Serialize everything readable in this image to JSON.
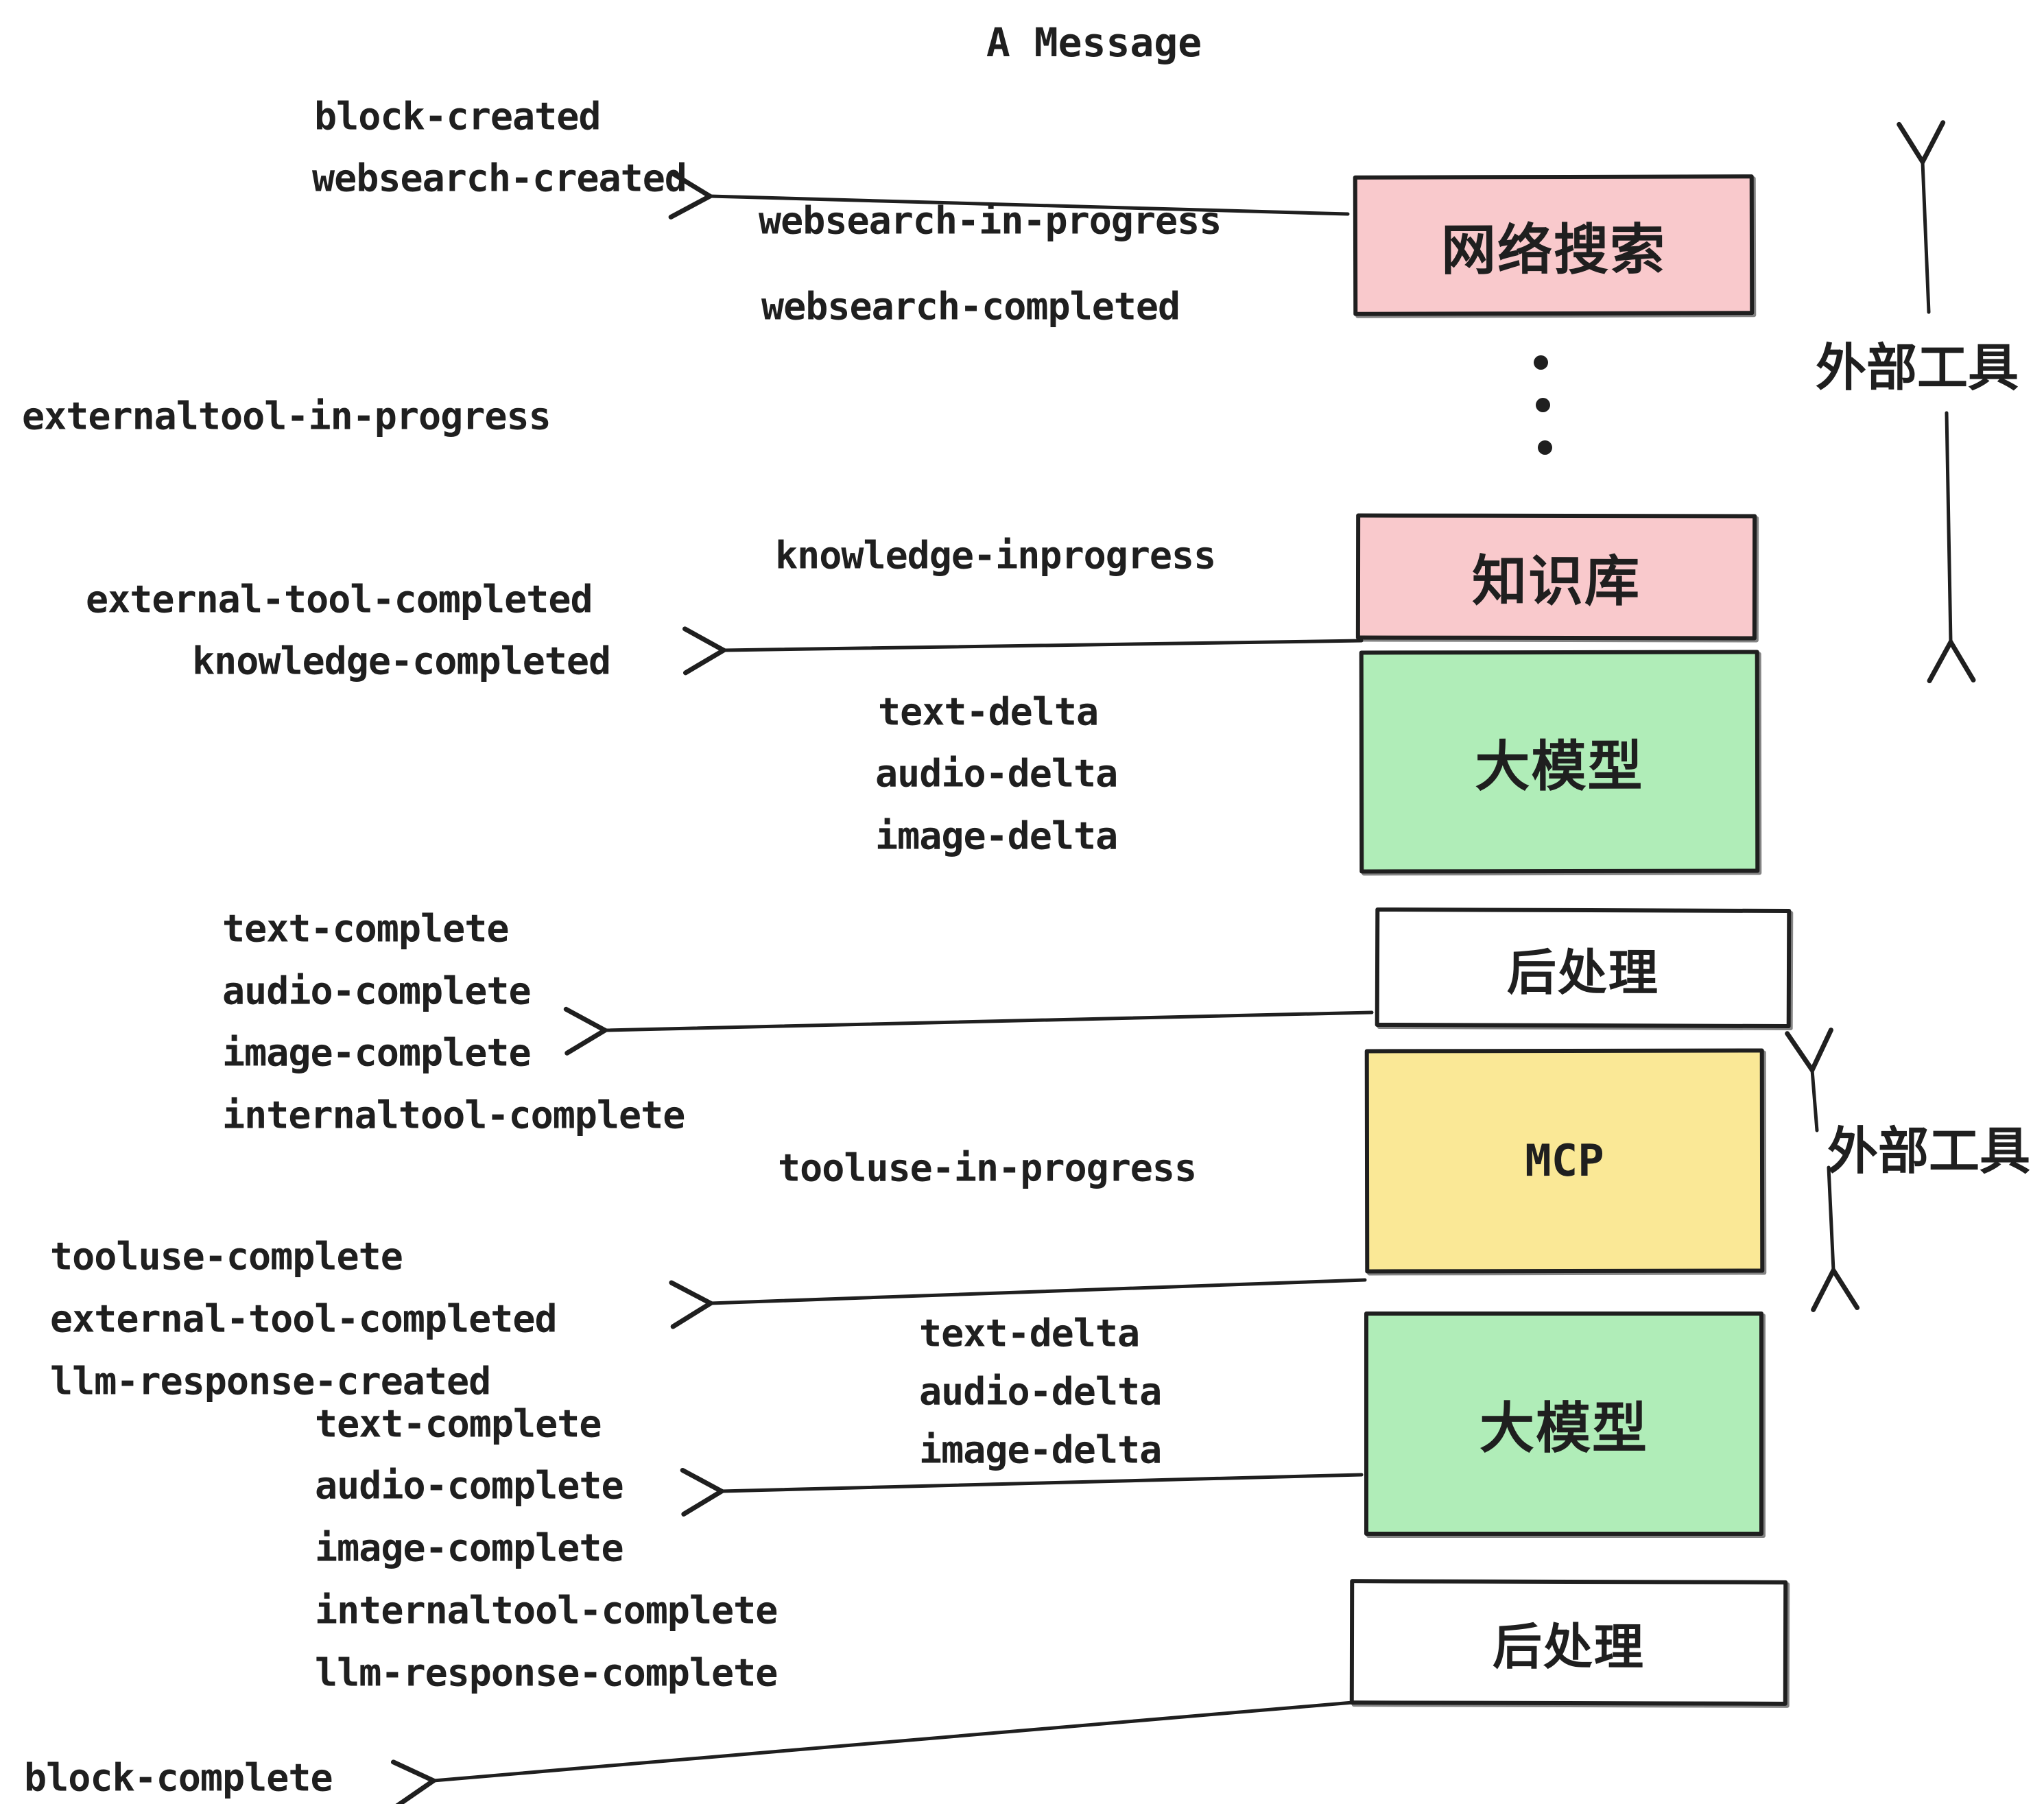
{
  "title": "A Message",
  "events": {
    "block_created": "block-created",
    "websearch_created": "websearch-created",
    "websearch_in_progress": "websearch-in-progress",
    "websearch_completed": "websearch-completed",
    "externaltool_in_progress": "externaltool-in-progress",
    "knowledge_inprogress": "knowledge-inprogress",
    "external_tool_completed": "external-tool-completed",
    "knowledge_completed": "knowledge-completed",
    "text_delta": "text-delta",
    "audio_delta": "audio-delta",
    "image_delta": "image-delta",
    "text_complete": "text-complete",
    "audio_complete": "audio-complete",
    "image_complete": "image-complete",
    "internaltool_complete": "internaltool-complete",
    "tooluse_in_progress": "tooluse-in-progress",
    "tooluse_complete": "tooluse-complete",
    "llm_response_created": "llm-response-created",
    "llm_response_complete": "llm-response-complete",
    "block_complete": "block-complete"
  },
  "boxes": [
    {
      "label": "网络搜索",
      "color": "#f9c9cc"
    },
    {
      "label": "知识库",
      "color": "#f9c9cc"
    },
    {
      "label": "大模型",
      "color": "#b0edb8"
    },
    {
      "label": "后处理",
      "color": "#ffffff"
    },
    {
      "label": "MCP",
      "color": "#fae896"
    },
    {
      "label": "大模型",
      "color": "#b0edb8"
    },
    {
      "label": "后处理",
      "color": "#ffffff"
    }
  ],
  "annotations": {
    "external_tools_top": "外部工具",
    "external_tools_mid": "外部工具"
  },
  "colors": {
    "pink": "#f9c9cc",
    "green": "#b0edb8",
    "yellow": "#fae896",
    "ink": "#1f1f1f",
    "background": "#ffffff"
  }
}
